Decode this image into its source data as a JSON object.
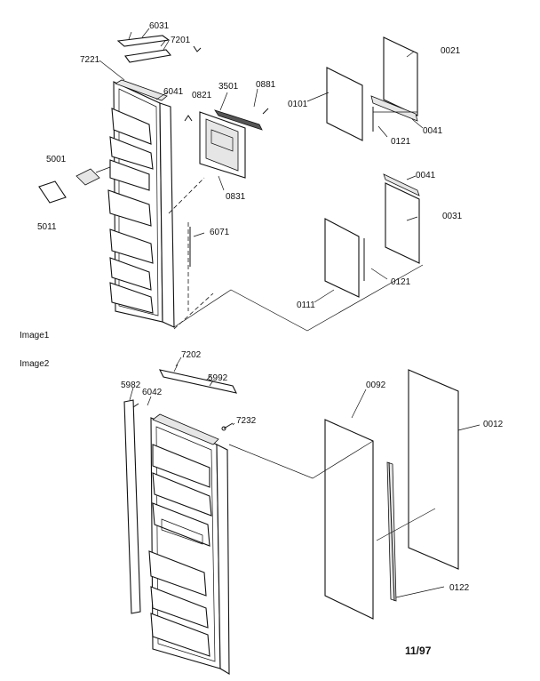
{
  "captions": {
    "image1": "Image1",
    "image2": "Image2",
    "date": "11/97"
  },
  "labels_upper": {
    "p6031": "6031",
    "p7201": "7201",
    "p7221": "7221",
    "p6041": "6041",
    "p0821": "0821",
    "p3501": "3501",
    "p0881": "0881",
    "p5001": "5001",
    "p5011": "5011",
    "p0831": "0831",
    "p6071": "6071",
    "p0101": "0101",
    "p0021": "0021",
    "p0121a": "0121",
    "p0041a": "0041",
    "p0041b": "0041",
    "p0031": "0031",
    "p0121b": "0121",
    "p0111": "0111"
  },
  "labels_lower": {
    "p7202": "7202",
    "p5982": "5982",
    "p5992": "5992",
    "p6042": "6042",
    "p7232": "7232",
    "p0092": "0092",
    "p0012": "0012",
    "p0122": "0122"
  }
}
